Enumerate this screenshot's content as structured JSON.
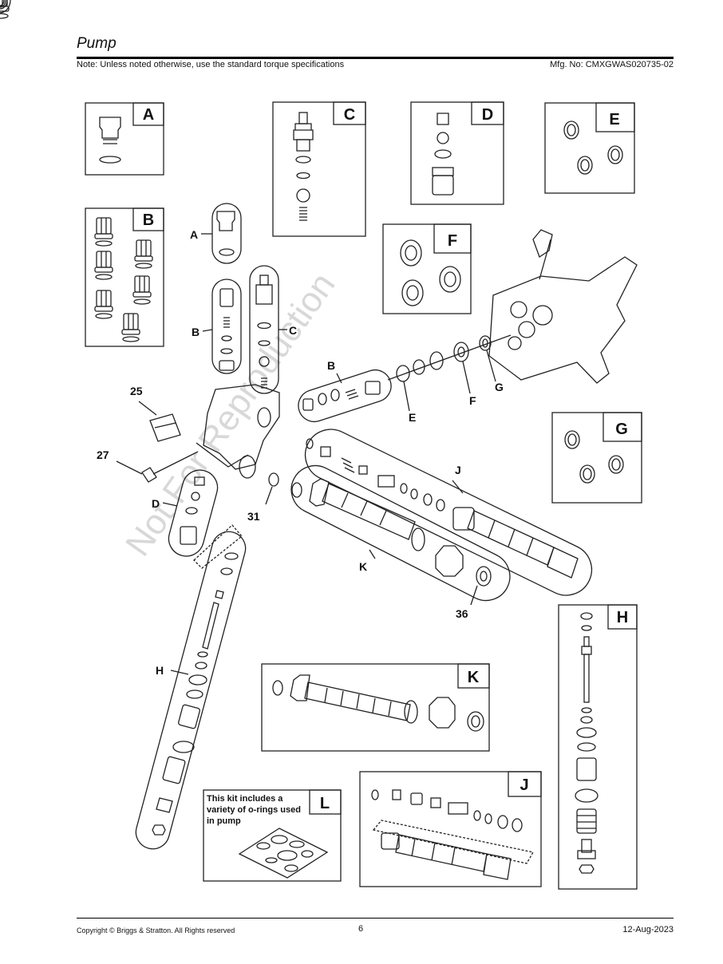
{
  "header": {
    "title": "Pump",
    "note": "Note: Unless noted otherwise, use the standard torque specifications",
    "mfg_no": "Mfg. No: CMXGWAS020735-02"
  },
  "watermark": "Not For Reproduction",
  "kits": {
    "A": "A",
    "B": "B",
    "C": "C",
    "D": "D",
    "E": "E",
    "F": "F",
    "G": "G",
    "H": "H",
    "J": "J",
    "K": "K",
    "L": "L"
  },
  "kit_L_text": [
    "This kit includes a",
    "variety of o-rings used",
    "in pump"
  ],
  "callouts": {
    "A": "A",
    "B": "B",
    "C": "C",
    "B2": "B",
    "D": "D",
    "E": "E",
    "F": "F",
    "G": "G",
    "H": "H",
    "J": "J",
    "K": "K",
    "n25": "25",
    "n27": "27",
    "n31": "31",
    "n36": "36"
  },
  "footer": {
    "copyright": "Copyright ©  Briggs & Stratton. All Rights reserved",
    "page": "6",
    "date": "12-Aug-2023"
  }
}
